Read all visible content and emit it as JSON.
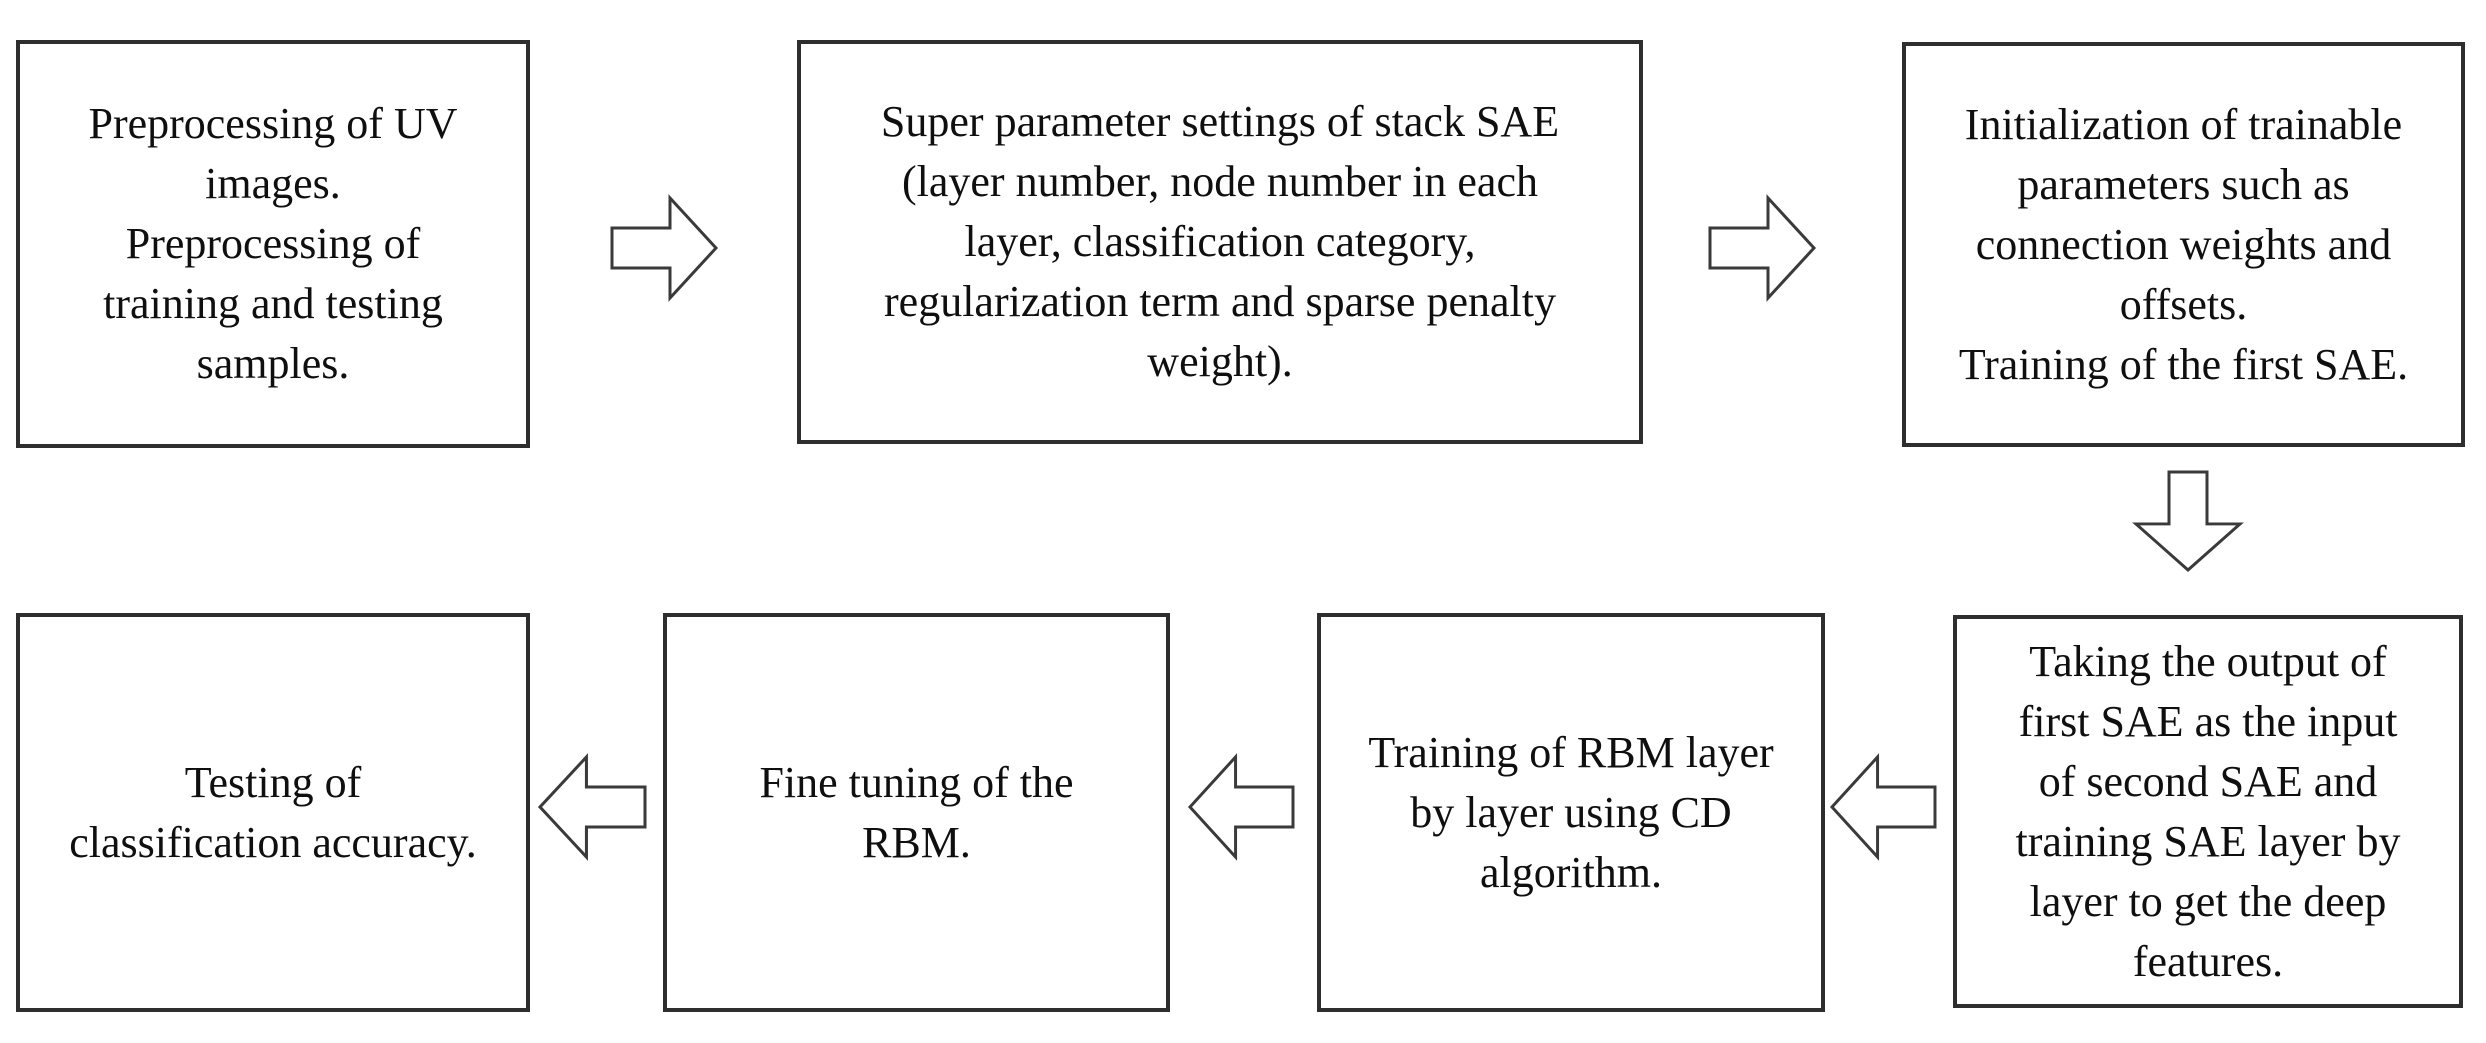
{
  "diagram": {
    "type": "flowchart",
    "background": "#ffffff",
    "box_border_color": "#2e2e2e",
    "text_color": "#0f0f0f",
    "arrow_outline_color": "#3a3a3a",
    "arrow_fill": "#ffffff",
    "steps": [
      {
        "id": 1,
        "position": "top-left",
        "text": "Preprocessing of UV\nimages.\nPreprocessing of\ntraining and testing\nsamples."
      },
      {
        "id": 2,
        "position": "top-center",
        "text": "Super parameter settings of stack SAE\n(layer number, node number in each\nlayer, classification category,\nregularization term and sparse penalty\nweight)."
      },
      {
        "id": 3,
        "position": "top-right",
        "text": "Initialization of trainable\nparameters such as\nconnection weights and\noffsets.\nTraining of the first SAE."
      },
      {
        "id": 4,
        "position": "bottom-right",
        "text": "Taking the output of\nfirst SAE as the input\nof second SAE and\ntraining SAE layer by\nlayer to get the deep\nfeatures."
      },
      {
        "id": 5,
        "position": "bottom-center-right",
        "text": "Training of RBM layer\nby layer using CD\nalgorithm."
      },
      {
        "id": 6,
        "position": "bottom-center-left",
        "text": "Fine tuning of the\nRBM."
      },
      {
        "id": 7,
        "position": "bottom-left",
        "text": "Testing of\nclassification accuracy."
      }
    ],
    "connections": [
      {
        "from": 1,
        "to": 2,
        "direction": "right"
      },
      {
        "from": 2,
        "to": 3,
        "direction": "right"
      },
      {
        "from": 3,
        "to": 4,
        "direction": "down"
      },
      {
        "from": 4,
        "to": 5,
        "direction": "left"
      },
      {
        "from": 5,
        "to": 6,
        "direction": "left"
      },
      {
        "from": 6,
        "to": 7,
        "direction": "left"
      }
    ]
  }
}
